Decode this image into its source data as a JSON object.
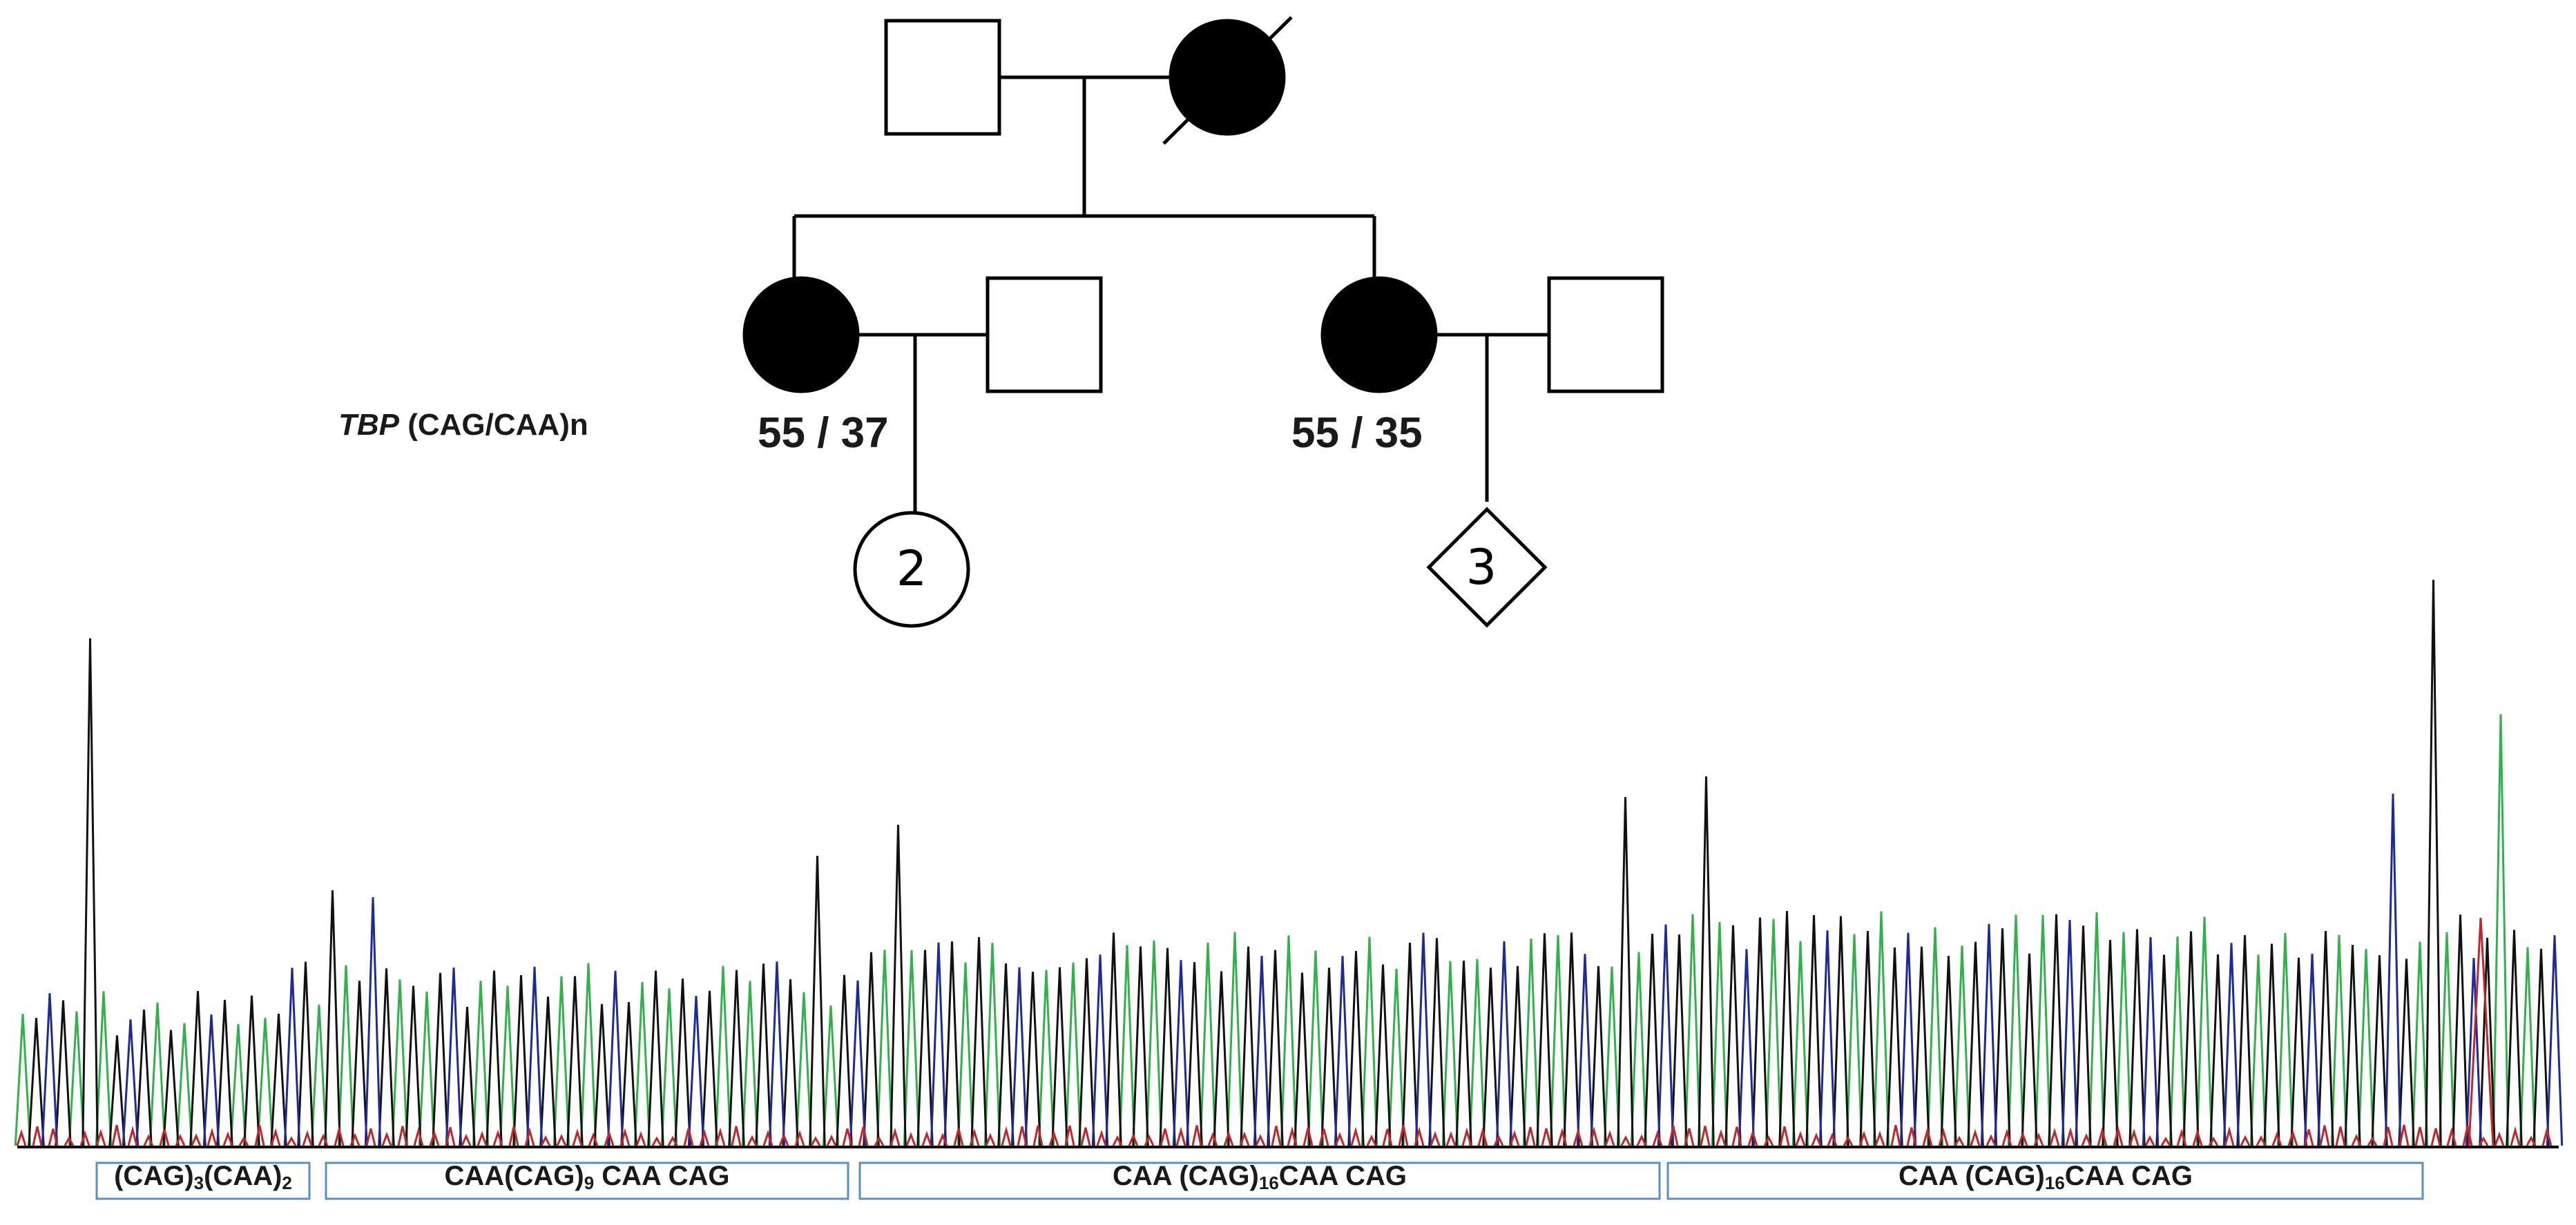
{
  "gene_label": {
    "gene": "TBP",
    "repeat": " (CAG/CAA)n"
  },
  "individuals": {
    "left_daughter_alleles": "55 / 37",
    "right_daughter_alleles": "55 / 35",
    "left_offspring_count": "2",
    "right_offspring_count": "3"
  },
  "segments": [
    {
      "parts": [
        [
          "(CAG)",
          ""
        ],
        [
          "3",
          "sub"
        ],
        [
          "(CAA)",
          ""
        ],
        [
          "2",
          "sub"
        ]
      ]
    },
    {
      "parts": [
        [
          "CAA(CAG)",
          ""
        ],
        [
          "9",
          "sub"
        ],
        [
          " CAA  CAG",
          ""
        ]
      ]
    },
    {
      "parts": [
        [
          "CAA  (CAG)",
          ""
        ],
        [
          "16",
          "sub"
        ],
        [
          "CAA  CAG",
          ""
        ]
      ]
    },
    {
      "parts": [
        [
          "CAA  (CAG)",
          ""
        ],
        [
          "16",
          "sub"
        ],
        [
          "CAA  CAG",
          ""
        ]
      ]
    }
  ],
  "colors": {
    "trace_green": "#2fb24a",
    "trace_black": "#111111",
    "trace_blue": "#1f2a9a",
    "trace_red": "#c0262a",
    "segment_border": "#5b8fc4",
    "affected_fill": "#000000"
  }
}
